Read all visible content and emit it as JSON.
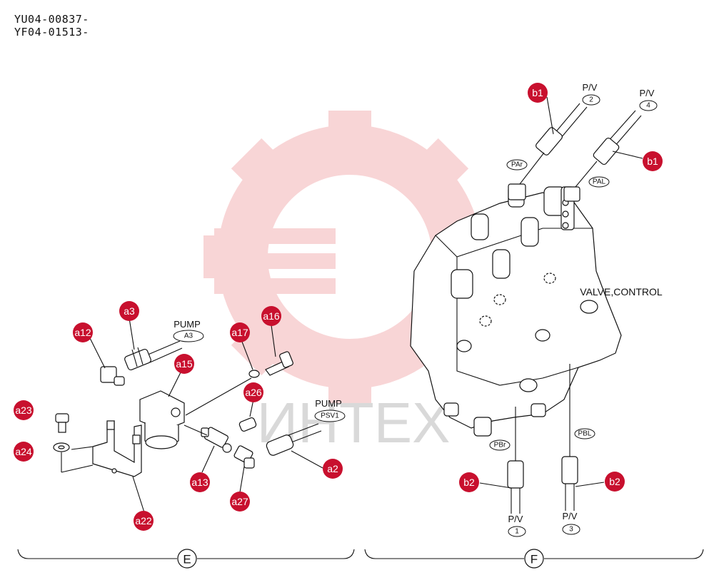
{
  "header": {
    "line1": "YU04-00837-",
    "line2": "YF04-01513-"
  },
  "watermark": {
    "text": "ИНТЕХ",
    "gear_color": "#f4b3b6",
    "text_color": "#d9d9d9"
  },
  "colors": {
    "callout_fill": "#c8102e",
    "callout_text": "#ffffff",
    "line": "#111111"
  },
  "callouts": [
    {
      "id": "a3",
      "label": "a3"
    },
    {
      "id": "a12",
      "label": "a12"
    },
    {
      "id": "a15",
      "label": "a15"
    },
    {
      "id": "a16",
      "label": "a16"
    },
    {
      "id": "a17",
      "label": "a17"
    },
    {
      "id": "a26",
      "label": "a26"
    },
    {
      "id": "a23",
      "label": "a23"
    },
    {
      "id": "a24",
      "label": "a24"
    },
    {
      "id": "a13",
      "label": "a13"
    },
    {
      "id": "a27",
      "label": "a27"
    },
    {
      "id": "a2",
      "label": "a2"
    },
    {
      "id": "a22",
      "label": "a22"
    },
    {
      "id": "b1_left",
      "label": "b1"
    },
    {
      "id": "b1_right",
      "label": "b1"
    },
    {
      "id": "b2_left",
      "label": "b2"
    },
    {
      "id": "b2_right",
      "label": "b2"
    }
  ],
  "labels": {
    "pump_a3": {
      "title": "PUMP",
      "port": "A3"
    },
    "pump_psv1": {
      "title": "PUMP",
      "port": "PSV1"
    },
    "pv2": {
      "title": "P/V",
      "port": "2"
    },
    "pv4": {
      "title": "P/V",
      "port": "4"
    },
    "pv1": {
      "title": "P/V",
      "port": "1"
    },
    "pv3": {
      "title": "P/V",
      "port": "3"
    },
    "valve_control": "VALVE,CONTROL",
    "port_par": "PAr",
    "port_pal": "PAL",
    "port_pbr": "PBr",
    "port_pbl": "PBL"
  },
  "sections": {
    "left": "E",
    "right": "F"
  }
}
